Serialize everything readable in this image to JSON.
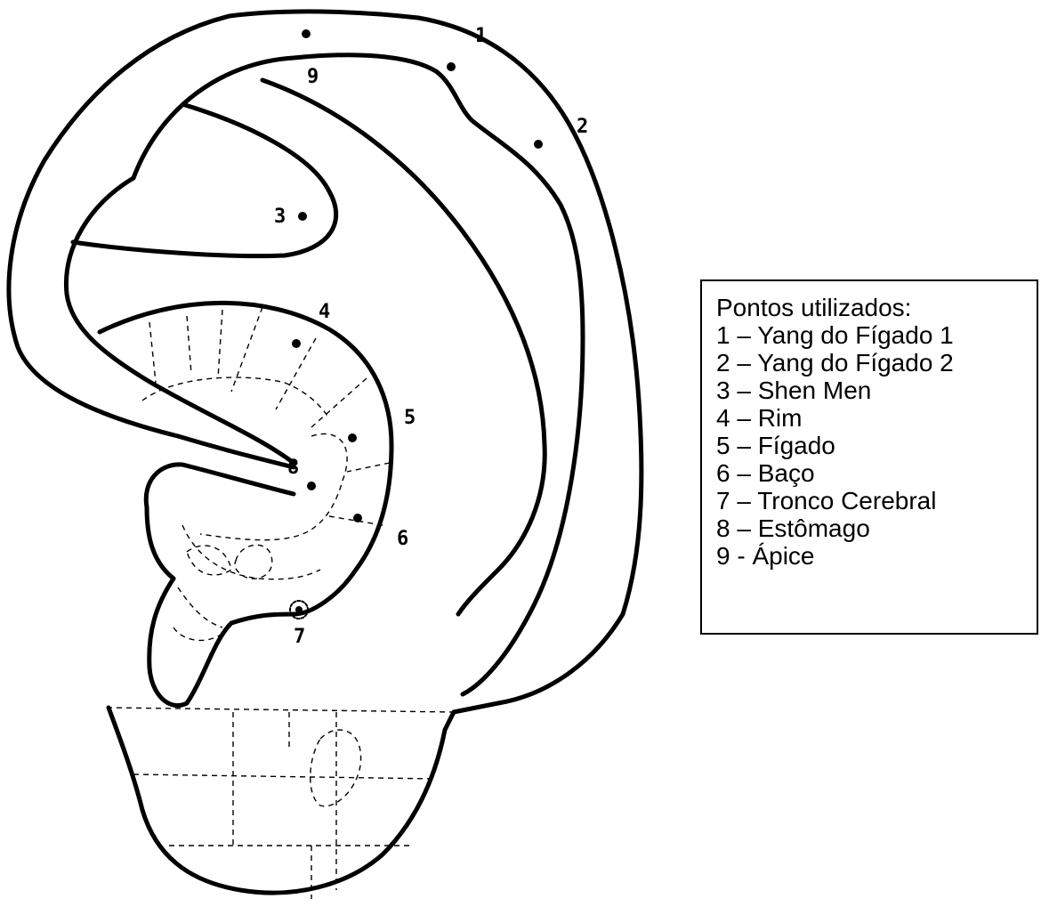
{
  "points": [
    {
      "n": "1",
      "name": "Yang do Fígado 1"
    },
    {
      "n": "2",
      "name": "Yang do Fígado 2"
    },
    {
      "n": "3",
      "name": "Shen Men"
    },
    {
      "n": "4",
      "name": "Rim"
    },
    {
      "n": "5",
      "name": "Fígado"
    },
    {
      "n": "6",
      "name": "Baço"
    },
    {
      "n": "7",
      "name": "Tronco Cerebral"
    },
    {
      "n": "8",
      "name": "Estômago"
    },
    {
      "n": "9",
      "name": "Ápice"
    }
  ],
  "legend": {
    "title": "Pontos utilizados:",
    "items": [
      "1 – Yang do Fígado 1",
      "2 – Yang do Fígado 2",
      "3 – Shen Men",
      "4 – Rim",
      "5 – Fígado",
      "6 – Baço",
      "7 – Tronco Cerebral",
      "8 – Estômago",
      "9 - Ápice"
    ]
  }
}
